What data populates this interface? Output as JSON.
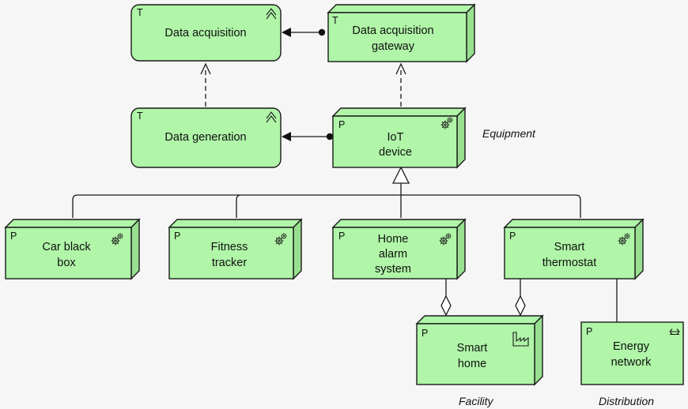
{
  "nodes": {
    "data_acquisition": {
      "type": "T",
      "label": "Data acquisition"
    },
    "data_acquisition_gateway": {
      "type": "T",
      "label_line1": "Data acquisition",
      "label_line2": "gateway"
    },
    "data_generation": {
      "type": "T",
      "label": "Data generation"
    },
    "iot_device": {
      "type": "P",
      "label_line1": "IoT",
      "label_line2": "device"
    },
    "car_black_box": {
      "type": "P",
      "label_line1": "Car black",
      "label_line2": "box"
    },
    "fitness_tracker": {
      "type": "P",
      "label_line1": "Fitness",
      "label_line2": "tracker"
    },
    "home_alarm_system": {
      "type": "P",
      "label_line1": "Home",
      "label_line2": "alarm",
      "label_line3": "system"
    },
    "smart_thermostat": {
      "type": "P",
      "label_line1": "Smart",
      "label_line2": "thermostat"
    },
    "smart_home": {
      "type": "P",
      "label_line1": "Smart",
      "label_line2": "home"
    },
    "energy_network": {
      "type": "P",
      "label_line1": "Energy",
      "label_line2": "network"
    }
  },
  "annotations": {
    "equipment": "Equipment",
    "facility": "Facility",
    "distribution": "Distribution"
  },
  "icons": {
    "technology_service": "service-chevron-icon",
    "equipment": "gears-icon",
    "facility": "factory-icon",
    "distribution": "double-arrow-icon"
  },
  "colors": {
    "node_fill": "#b0f5a8",
    "node_side": "#98e090",
    "stroke": "#1a1a1a",
    "background": "#f6f6f6"
  }
}
